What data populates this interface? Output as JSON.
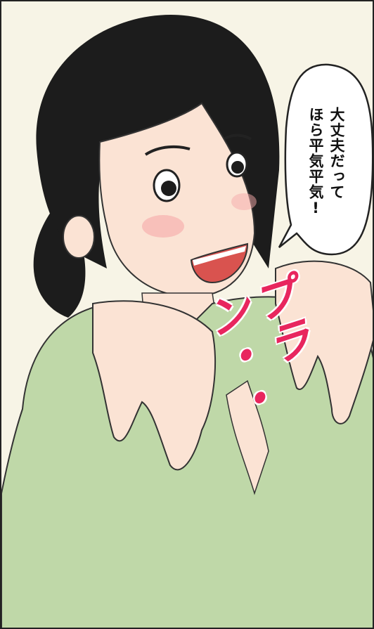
{
  "speech_bubble": {
    "line1": "大丈夫だって",
    "line2": "ほら平気平気!"
  },
  "sound_effect": {
    "text": "プラン・・"
  },
  "colors": {
    "background": "#f7f4e6",
    "shirt": "#bfd8a8",
    "skin": "#fbe3d4",
    "hair": "#1c1c1c",
    "sfx": "#e8265e"
  }
}
